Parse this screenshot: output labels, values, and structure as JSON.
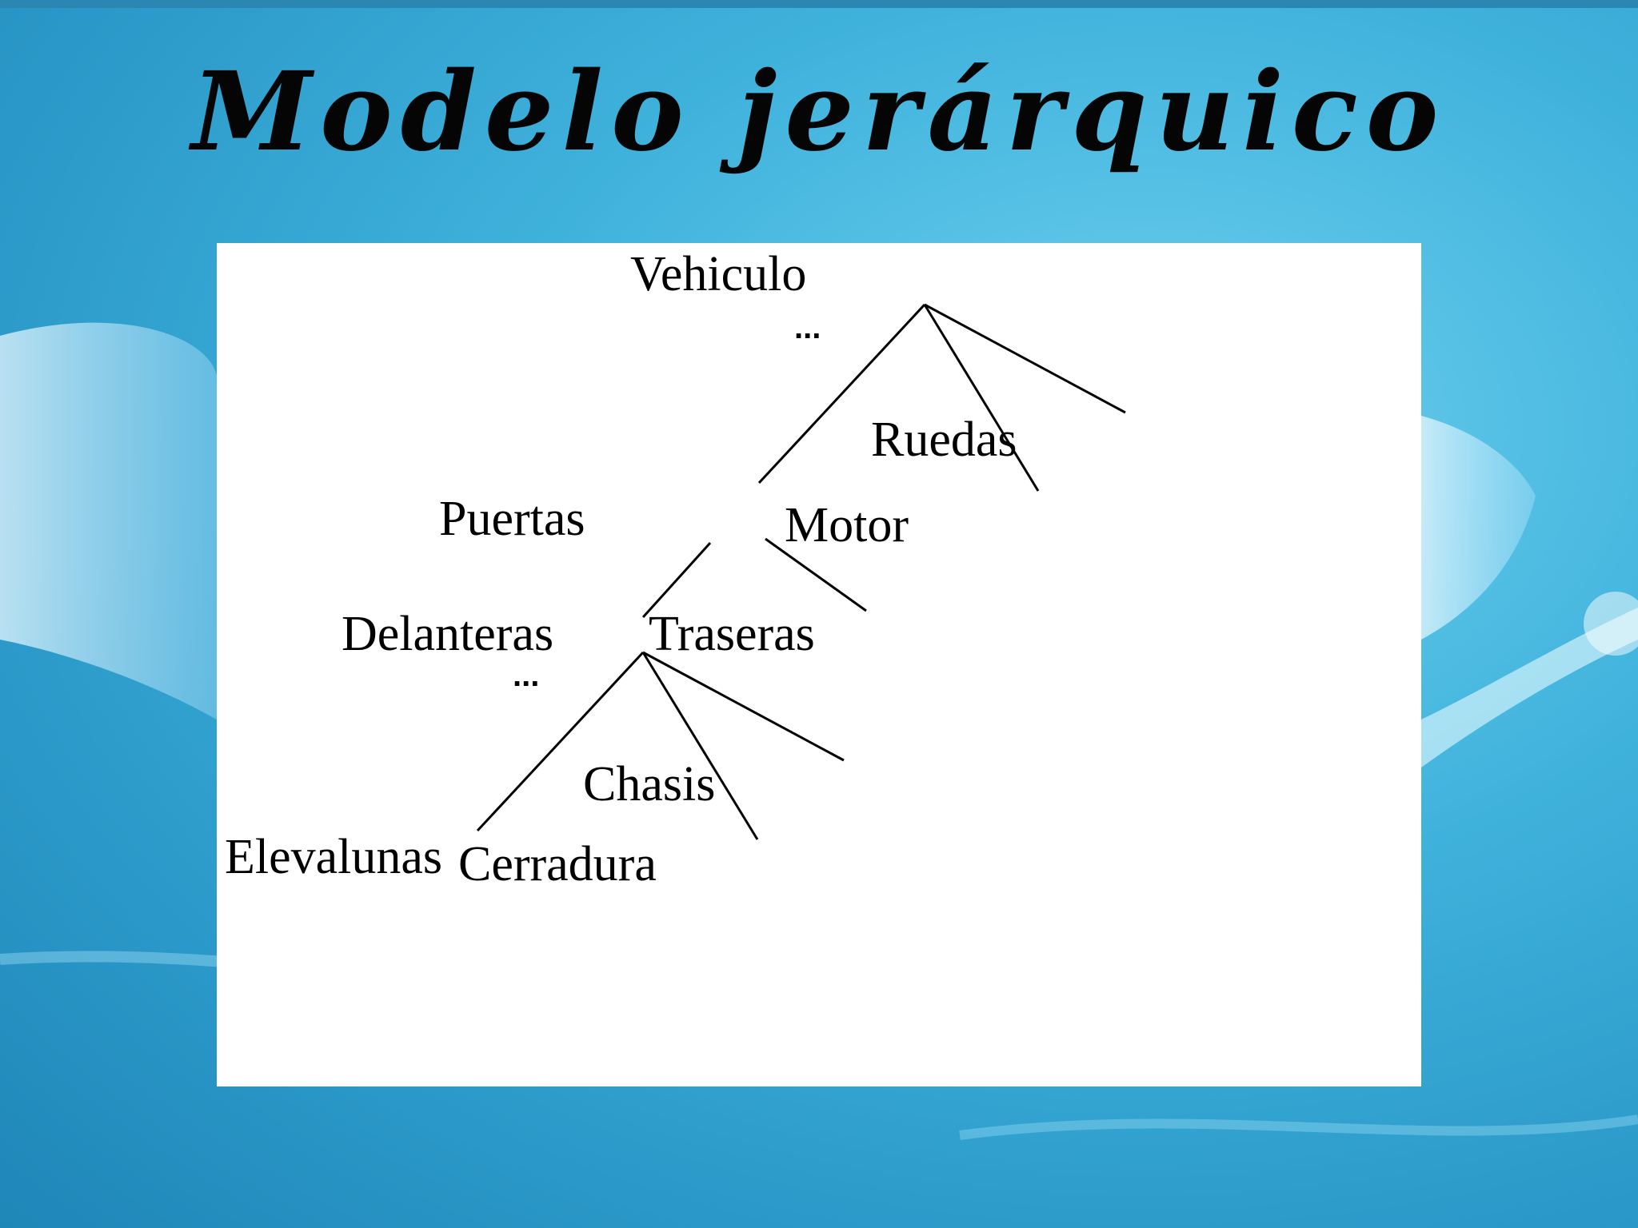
{
  "title": "Modelo jerárquico",
  "tree": {
    "root": "Vehiculo",
    "children_level1": [
      "Puertas",
      "Motor",
      "Ruedas"
    ],
    "puertas_children": [
      "Delanteras",
      "Traseras"
    ],
    "delanteras_children": [
      "Elevalunas",
      "Cerradura",
      "Chasis"
    ],
    "ellipsis": "..."
  }
}
